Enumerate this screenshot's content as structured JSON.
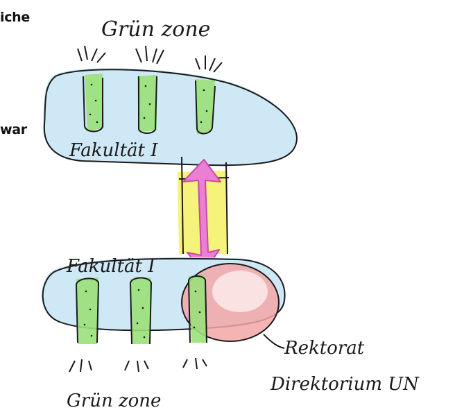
{
  "edge_text_top": "iche",
  "edge_text_middle": "war",
  "top_label": "Grün zone",
  "top_faculty": "Fakultät I",
  "bottom_faculty": "Fakultät I",
  "bottom_label": "Grün zone",
  "rectorate_line1": "Rektorat",
  "rectorate_line2": "Direktorium UN",
  "colors": {
    "faculty_fill": "#cfe8f5",
    "green_zone": "#9be07a",
    "link_bar": "#f4f26a",
    "arrow": "#ec7fd3",
    "rectorate": "#f2a7a7",
    "ink": "#1a1a1a"
  }
}
